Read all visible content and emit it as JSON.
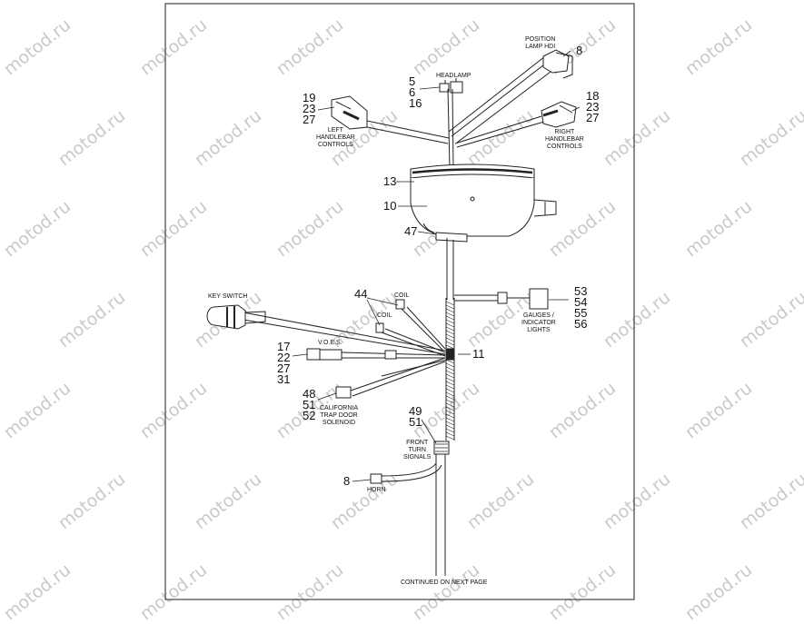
{
  "watermark": "motod.ru",
  "footer": "CONTINUED ON NEXT PAGE",
  "labels": {
    "position_lamp": "POSITION\nLAMP HDI",
    "headlamp": "HEADLAMP",
    "left_handlebar": "LEFT\nHANDLEBAR\nCONTROLS",
    "right_handlebar": "RIGHT\nHANDLEBAR\nCONTROLS",
    "key_switch": "KEY SWITCH",
    "coil_top": "COIL",
    "coil_mid": "COIL",
    "voes": "V.O.E.S.",
    "gauges": "GAUGES /\nINDICATOR\nLIGHTS",
    "california": "CALIFORNIA\nTRAP DOOR\nSOLENOID",
    "front_turn": "FRONT\nTURN\nSIGNALS",
    "horn": "HORN"
  },
  "callouts": {
    "pos_lamp": "8",
    "headlamp": "5\n6\n16",
    "left_hb": "19\n23\n27",
    "right_hb": "18\n23\n27",
    "n13": "13",
    "n10": "10",
    "n47": "47",
    "n44": "44",
    "gauges": "53\n54\n55\n56",
    "n11": "11",
    "voes": "17\n22\n27\n31",
    "california": "48\n51\n52",
    "turn": "49\n51",
    "horn": "8"
  }
}
